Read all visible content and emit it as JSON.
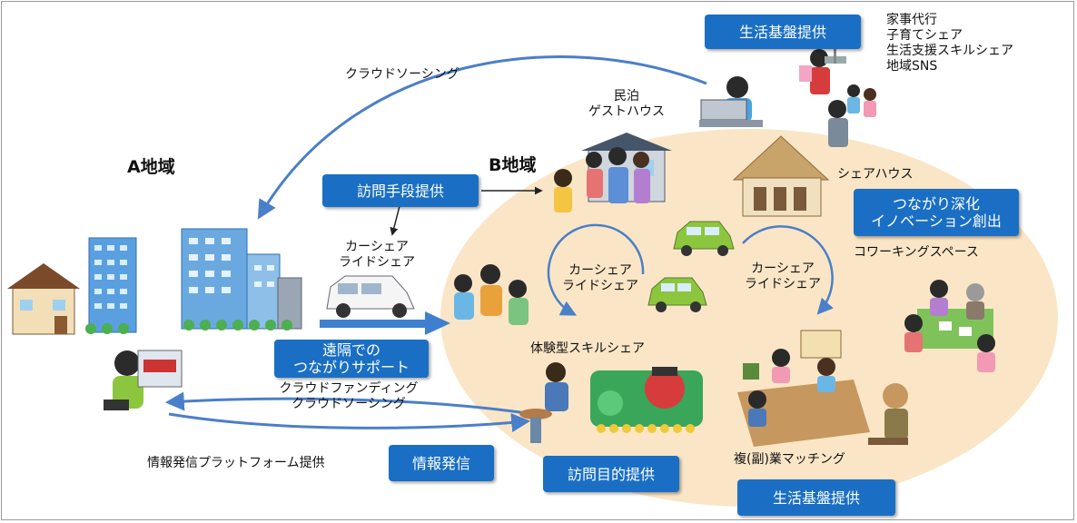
{
  "colors": {
    "accent": "#1a6fc4",
    "ellipse": "#fae6c6",
    "arrow": "#4a7fc9"
  },
  "region_a": "A地域",
  "region_b": "B地域",
  "boxes": {
    "visit_means": "訪問手段提供",
    "life_base_top": "生活基盤提供",
    "deepen_line1": "つながり深化",
    "deepen_line2": "イノベーション創出",
    "remote_line1": "遠隔での",
    "remote_line2": "つながりサポート",
    "info": "情報発信",
    "visit_purpose": "訪問目的提供",
    "life_base_bottom": "生活基盤提供"
  },
  "labels": {
    "crowdsourcing_top": "クラウドソーシング",
    "minpaku_line1": "民泊",
    "minpaku_line2": "ゲストハウス",
    "carshare_line1": "カーシェア",
    "carshare_line2": "ライドシェア",
    "loop_left_line1": "カーシェア",
    "loop_left_line2": "ライドシェア",
    "loop_right_line1": "カーシェア",
    "loop_right_line2": "ライドシェア",
    "sharehouse": "シェアハウス",
    "coworking": "コワーキングスペース",
    "experience": "体験型スキルシェア",
    "crowdfunding_line1": "クラウドファンディング",
    "crowdfunding_line2": "クラウドソーシング",
    "platform": "情報発信プラットフォーム提供",
    "side_job": "複(副)業マッチング",
    "life_list": [
      "家事代行",
      "子育てシェア",
      "生活支援スキルシェア",
      "地域SNS"
    ]
  }
}
